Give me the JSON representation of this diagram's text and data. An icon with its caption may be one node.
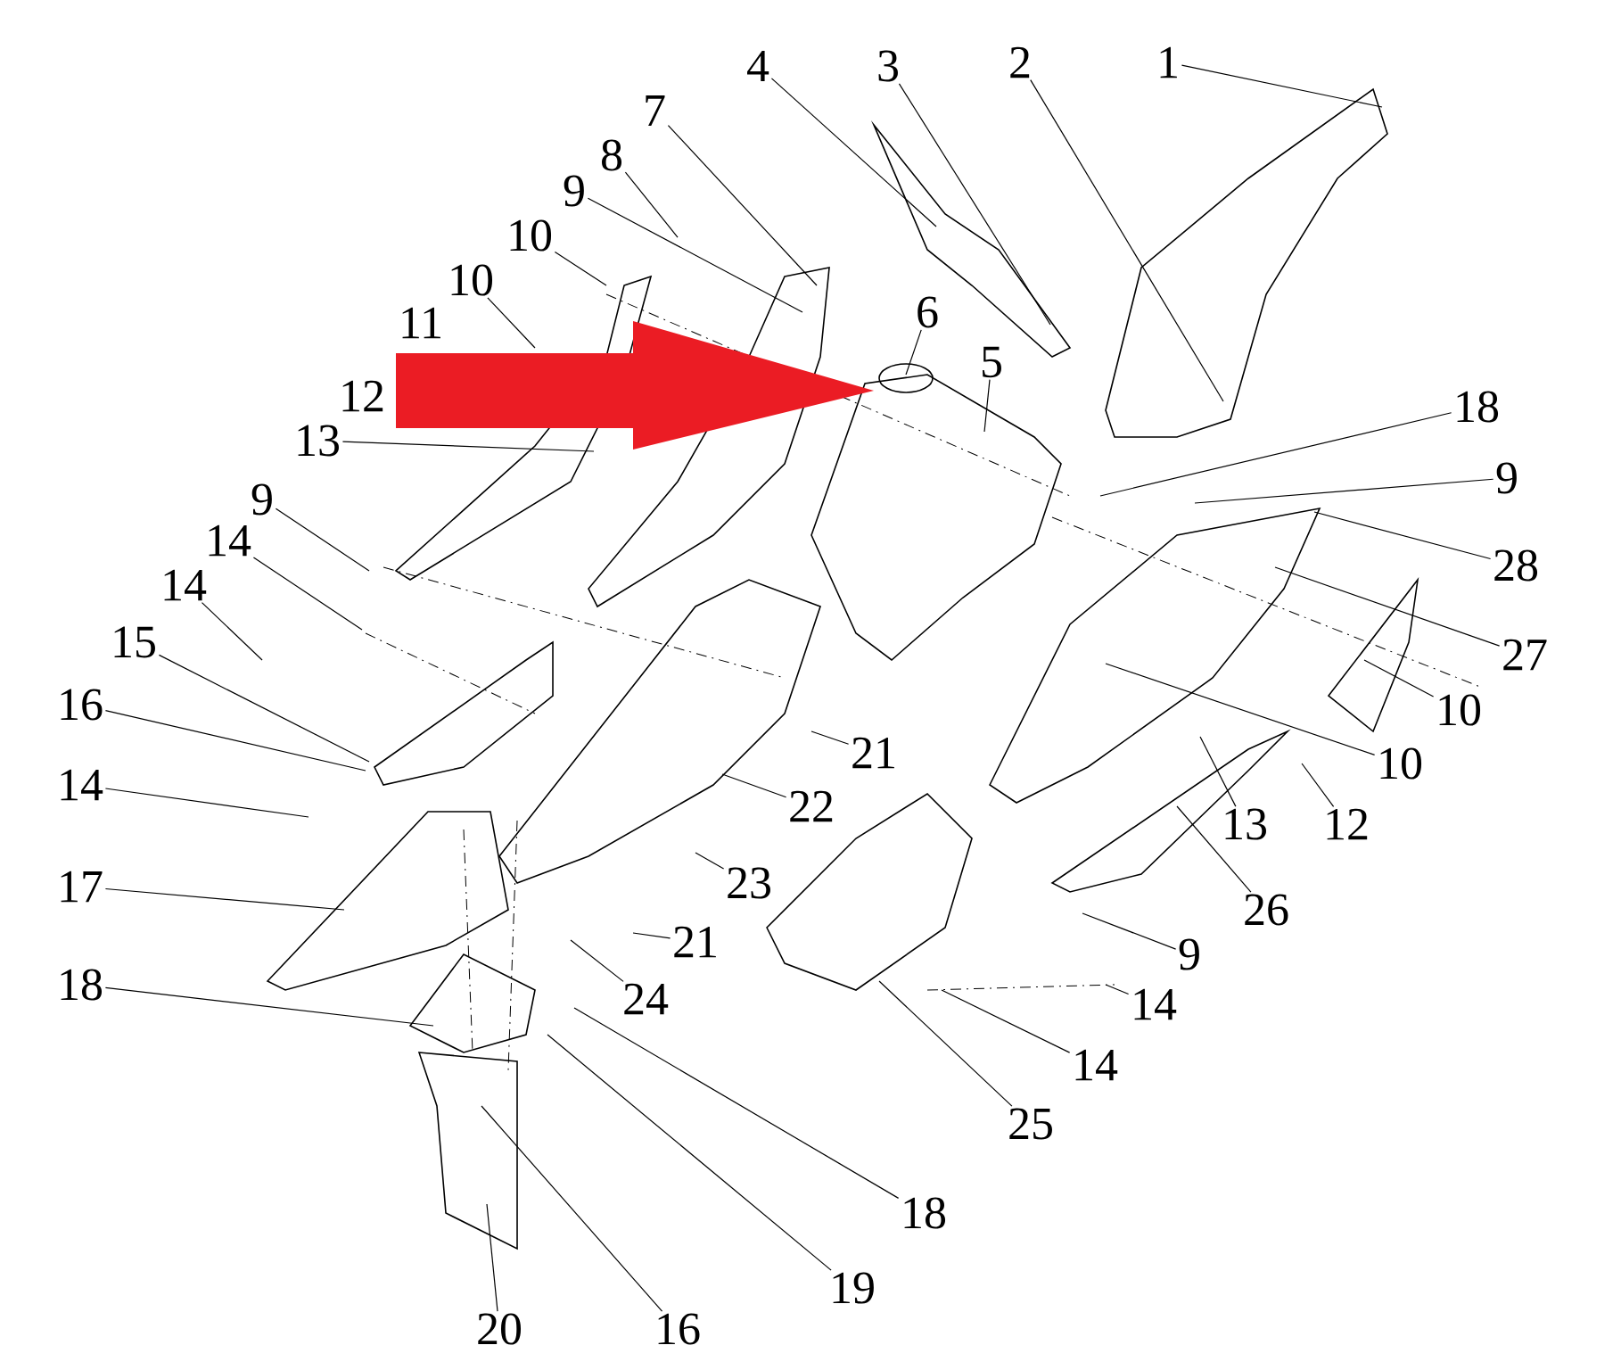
{
  "diagram": {
    "nodes": [
      {
        "text": [
          "1"
        ]
      },
      {
        "text": [
          "2"
        ]
      },
      {
        "text": [
          "3"
        ]
      },
      {
        "text": [
          "4"
        ]
      },
      {
        "text": [
          "7"
        ]
      },
      {
        "text": [
          "8"
        ]
      },
      {
        "text": [
          "9"
        ]
      },
      {
        "text": [
          "10"
        ]
      },
      {
        "text": [
          "10"
        ]
      },
      {
        "text": [
          "6"
        ]
      },
      {
        "text": [
          "5"
        ]
      },
      {
        "text": [
          "18"
        ]
      },
      {
        "text": [
          "13"
        ]
      },
      {
        "text": [
          "9"
        ]
      },
      {
        "text": [
          "9"
        ]
      },
      {
        "text": [
          "14"
        ]
      },
      {
        "text": [
          "28"
        ]
      },
      {
        "text": [
          "14"
        ]
      },
      {
        "text": [
          "15"
        ]
      },
      {
        "text": [
          "27"
        ]
      },
      {
        "text": [
          "16"
        ]
      },
      {
        "text": [
          "10"
        ]
      },
      {
        "text": [
          "21"
        ]
      },
      {
        "text": [
          "10"
        ]
      },
      {
        "text": [
          "14"
        ]
      },
      {
        "text": [
          "22"
        ]
      },
      {
        "text": [
          "13"
        ]
      },
      {
        "text": [
          "12"
        ]
      },
      {
        "text": [
          "23"
        ]
      },
      {
        "text": [
          "17"
        ]
      },
      {
        "text": [
          "26"
        ]
      },
      {
        "text": [
          "21"
        ]
      },
      {
        "text": [
          "9"
        ]
      },
      {
        "text": [
          "24"
        ]
      },
      {
        "text": [
          "18"
        ]
      },
      {
        "text": [
          "14"
        ]
      },
      {
        "text": [
          "14"
        ]
      },
      {
        "text": [
          "25"
        ]
      },
      {
        "text": [
          "18"
        ]
      },
      {
        "text": [
          "19"
        ]
      },
      {
        "text": [
          "20"
        ]
      },
      {
        "text": [
          "16"
        ]
      }
    ],
    "edges": [
      {
        "from": 0,
        "to": null,
        "arrow": "none"
      },
      {
        "from": 1,
        "to": null,
        "arrow": "none"
      },
      {
        "from": 2,
        "to": null,
        "arrow": "none"
      },
      {
        "from": 3,
        "to": null,
        "arrow": "none"
      },
      {
        "from": 4,
        "to": null,
        "arrow": "none"
      },
      {
        "from": 5,
        "to": null,
        "arrow": "none"
      },
      {
        "from": 6,
        "to": null,
        "arrow": "none"
      },
      {
        "from": 7,
        "to": null,
        "arrow": "none"
      },
      {
        "from": 8,
        "to": null,
        "arrow": "none"
      },
      {
        "from": 9,
        "to": null,
        "arrow": "none"
      },
      {
        "from": 10,
        "to": null,
        "arrow": "none"
      },
      {
        "from": 11,
        "to": null,
        "arrow": "none"
      },
      {
        "from": 12,
        "to": null,
        "arrow": "none"
      },
      {
        "from": 13,
        "to": null,
        "arrow": "none"
      },
      {
        "from": 14,
        "to": null,
        "arrow": "none"
      },
      {
        "from": 15,
        "to": null,
        "arrow": "none"
      },
      {
        "from": 16,
        "to": null,
        "arrow": "none"
      },
      {
        "from": 17,
        "to": null,
        "arrow": "none"
      },
      {
        "from": 18,
        "to": null,
        "arrow": "none"
      },
      {
        "from": 19,
        "to": null,
        "arrow": "none"
      },
      {
        "from": 20,
        "to": null,
        "arrow": "none"
      },
      {
        "from": 21,
        "to": null,
        "arrow": "none"
      },
      {
        "from": 22,
        "to": null,
        "arrow": "none"
      },
      {
        "from": 23,
        "to": null,
        "arrow": "none"
      },
      {
        "from": 24,
        "to": null,
        "arrow": "none"
      },
      {
        "from": 25,
        "to": null,
        "arrow": "none"
      },
      {
        "from": 26,
        "to": null,
        "arrow": "none"
      },
      {
        "from": 27,
        "to": null,
        "arrow": "none"
      },
      {
        "from": 28,
        "to": null,
        "arrow": "none"
      },
      {
        "from": 29,
        "to": null,
        "arrow": "none"
      },
      {
        "from": 30,
        "to": null,
        "arrow": "none"
      },
      {
        "from": 31,
        "to": null,
        "arrow": "none"
      },
      {
        "from": 32,
        "to": null,
        "arrow": "none"
      },
      {
        "from": 33,
        "to": null,
        "arrow": "none"
      },
      {
        "from": 34,
        "to": null,
        "arrow": "none"
      },
      {
        "from": 35,
        "to": null,
        "arrow": "none"
      },
      {
        "from": 36,
        "to": null,
        "arrow": "none"
      },
      {
        "from": 37,
        "to": null,
        "arrow": "none"
      },
      {
        "from": 38,
        "to": null,
        "arrow": "none"
      },
      {
        "from": 39,
        "to": null,
        "arrow": "none"
      },
      {
        "from": 40,
        "to": null,
        "arrow": "none"
      },
      {
        "from": 41,
        "to": null,
        "arrow": "none"
      }
    ],
    "labels": [
      "11",
      "12"
    ]
  }
}
